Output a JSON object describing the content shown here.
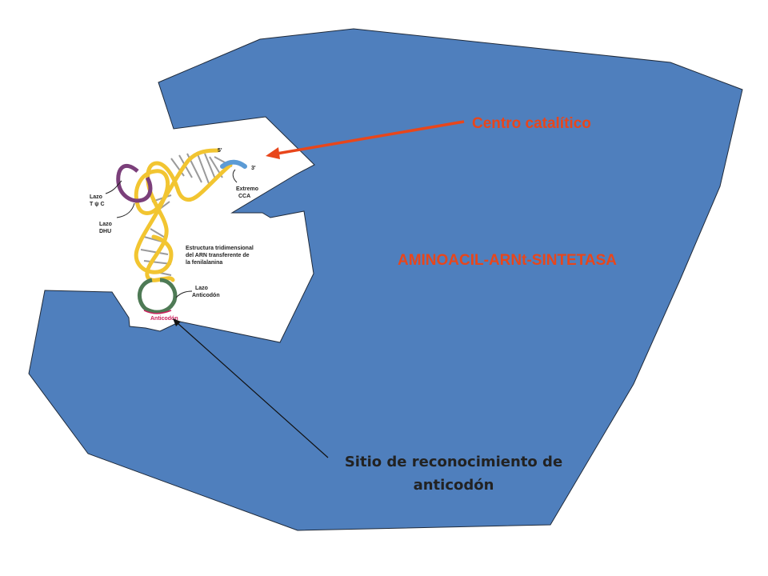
{
  "colors": {
    "enzyme_fill": "#4F7FBD",
    "enzyme_stroke": "#1f2a3a",
    "catalytic_label": "#E8461B",
    "enzyme_label": "#E8461B",
    "arrow_red": "#E8461B",
    "trna_yellow": "#F2C531",
    "trna_purple": "#7B3F7A",
    "trna_green": "#4E7A55",
    "trna_blue": "#5C9BD5",
    "anticodon_text": "#CC1F5C"
  },
  "labels": {
    "catalytic_center": "Centro catalítico",
    "enzyme_name": "AMINOACIL-ARNt-SINTETASA",
    "recognition_site_line1": "Sitio de reconocimiento de",
    "recognition_site_line2": "anticodón"
  },
  "trna_figure": {
    "five_prime": "5'",
    "three_prime": "3'",
    "cca_line1": "Extremo",
    "cca_line2": "CCA",
    "tpsic_line1": "Lazo",
    "tpsic_line2": "T ψ C",
    "dhu_line1": "Lazo",
    "dhu_line2": "DHU",
    "caption_line1": "Estructura tridimensional",
    "caption_line2": "del ARN transferente de",
    "caption_line3": "la fenilalanina",
    "anticodon_loop_line1": "Lazo",
    "anticodon_loop_line2": "Anticodón",
    "anticodon": "Anticodón"
  }
}
